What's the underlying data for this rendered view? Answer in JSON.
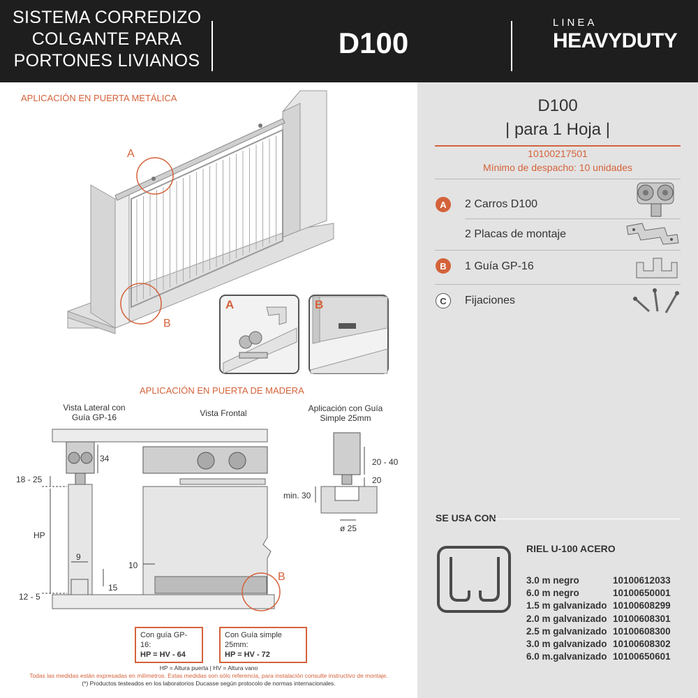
{
  "header": {
    "title_lines": [
      "SISTEMA CORREDIZO",
      "COLGANTE PARA",
      "PORTONES LIVIANOS"
    ],
    "model": "D100",
    "line_label": "LINEA",
    "brand": "HEAVYDUTY"
  },
  "colors": {
    "accent": "#d4623a",
    "header_bg": "#1e1e1e",
    "panel_bg": "#e3e3e3"
  },
  "metal_section": {
    "title": "APLICACIÓN EN PUERTA METÁLICA",
    "marker_a": "A",
    "marker_b": "B",
    "detail_a": "A",
    "detail_b": "B"
  },
  "wood_section": {
    "title": "APLICACIÓN EN PUERTA DE MADERA",
    "side_view_label": "Vista Lateral con Guía GP-16",
    "front_view_label": "Vista Frontal",
    "simple_guide_label": "Aplicación con Guía Simple 25mm",
    "dims": {
      "d34": "34",
      "d18_25": "18 - 25",
      "hp": "HP",
      "d9": "9",
      "d15": "15",
      "d12_5": "12 - 5",
      "d10": "10",
      "d20_40": "20 - 40",
      "d20": "20",
      "min30": "min. 30",
      "d25": "ø 25"
    },
    "marker_b": "B",
    "formula_gp16_title": "Con guía GP-16:",
    "formula_gp16": "HP = HV - 64",
    "formula_simple_title": "Con Guía simple 25mm:",
    "formula_simple": "HP = HV - 72"
  },
  "notes": {
    "legend": "HP = Altura puerta  |  HV = Altura vano",
    "measures": "Todas las medidas están expresadas en milímetros. Estas medidas son sólo referencia, para instalación consulte instructivo de montaje.",
    "tested": "(*) Productos testeados en los laboratorios Ducasse según protocolo de normas internacionales."
  },
  "panel": {
    "model": "D100",
    "hojas": "| para 1 Hoja |",
    "code": "10100217501",
    "min_order": "Mínimo de despacho: 10 unidades",
    "items": [
      {
        "badge": "A",
        "label": "2 Carros D100",
        "icon": "carriage-icon"
      },
      {
        "badge": "",
        "label": "2 Placas de montaje",
        "icon": "mounting-plate-icon"
      },
      {
        "badge": "B",
        "label": "1 Guía GP-16",
        "icon": "guide-icon"
      },
      {
        "badge": "C",
        "label": "Fijaciones",
        "icon": "screws-icon"
      }
    ],
    "uses_with": "SE USA CON",
    "rail_title": "RIEL U-100 ACERO",
    "rails": [
      {
        "desc": "3.0 m negro",
        "code": "10100612033"
      },
      {
        "desc": "6.0 m negro",
        "code": "10100650001"
      },
      {
        "desc": "1.5 m galvanizado",
        "code": "10100608299"
      },
      {
        "desc": "2.0 m galvanizado",
        "code": "10100608301"
      },
      {
        "desc": "2.5 m galvanizado",
        "code": "10100608300"
      },
      {
        "desc": "3.0 m galvanizado",
        "code": "10100608302"
      },
      {
        "desc": "6.0 m.galvanizado",
        "code": "10100650601"
      }
    ]
  }
}
